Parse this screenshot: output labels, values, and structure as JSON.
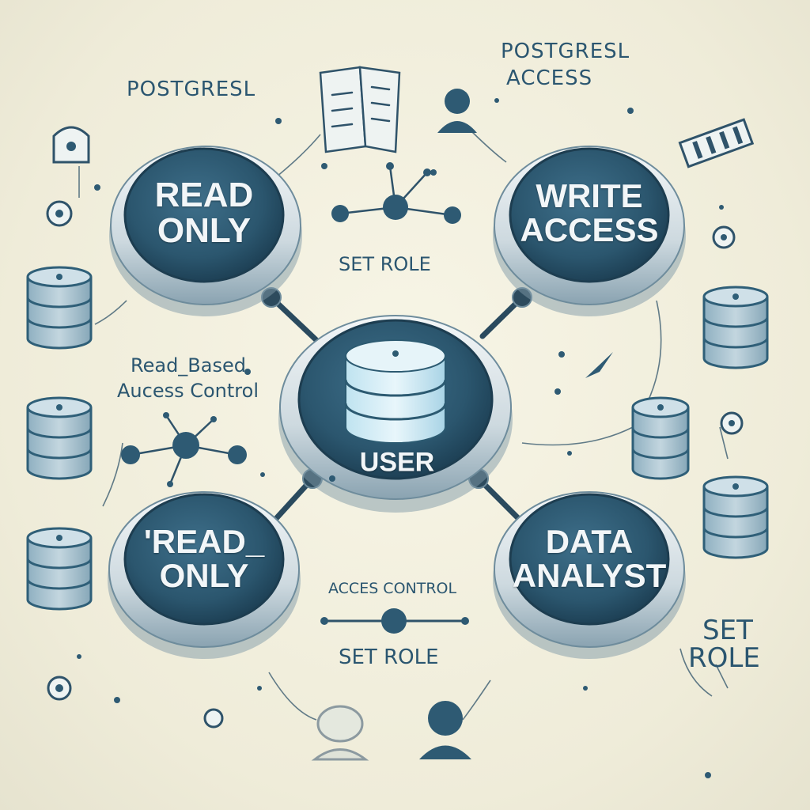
{
  "colors": {
    "background": "#efecd9",
    "node_fill": "#2e5a73",
    "node_dark": "#1f4257",
    "ring": "#dfe6ea",
    "ring_shadow": "#8fa6b3",
    "accent": "#2b5670",
    "line": "#2f536a",
    "db_fill": "#a9c2cf",
    "db_stroke": "#2f5f78"
  },
  "diagram": {
    "nodes": [
      {
        "id": "read-only-top",
        "label": "READ\nONLY"
      },
      {
        "id": "write-access",
        "label": "WRITE\nACCESS"
      },
      {
        "id": "user",
        "label": "USER"
      },
      {
        "id": "read-only-bottom",
        "label": "'READ_\nONLY"
      },
      {
        "id": "data-analyst",
        "label": "DATA\nANALYST"
      }
    ],
    "labels": {
      "postgresql_left": "POSTGRESL",
      "postgresql_right": "POSTGRESL",
      "access_right": "ACCESS",
      "set_role_top": "SET ROLE",
      "read_based": "Read_Based",
      "access_control_left": "Aucess Control",
      "acces_control_bottom": "ACCES CONTROL",
      "set_role_bottom": "SET ROLE",
      "set_role_right_1": "SET",
      "set_role_right_2": "ROLE"
    },
    "icons": [
      "document-icon",
      "folder-icon",
      "user-icon",
      "chip-icon",
      "lock-icon",
      "cursor-icon",
      "database-icon",
      "network-icon"
    ]
  }
}
